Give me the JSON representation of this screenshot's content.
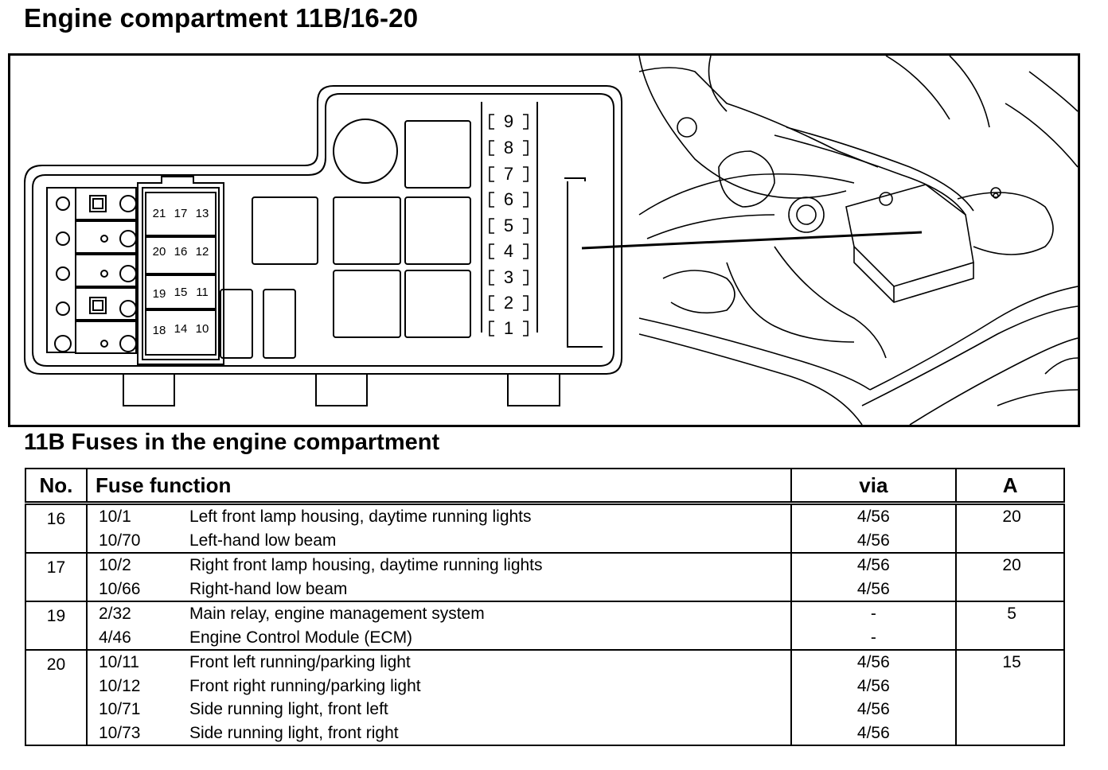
{
  "title": "Engine compartment 11B/16-20",
  "diagram": {
    "fuse_numbers_grid": [
      "21",
      "17",
      "13",
      "20",
      "16",
      "12",
      "19",
      "15",
      "11",
      "18",
      "14",
      "10"
    ],
    "strip_numbers": [
      "9",
      "8",
      "7",
      "6",
      "5",
      "4",
      "3",
      "2",
      "1"
    ]
  },
  "section_title": "11B Fuses in the engine compartment",
  "table": {
    "headers": {
      "no": "No.",
      "function": "Fuse function",
      "via": "via",
      "amp": "A"
    },
    "rows": [
      {
        "no": "16",
        "amp": "20",
        "items": [
          {
            "code": "10/1",
            "desc": "Left front lamp housing, daytime running lights",
            "via": "4/56"
          },
          {
            "code": "10/70",
            "desc": "Left-hand low beam",
            "via": "4/56"
          }
        ]
      },
      {
        "no": "17",
        "amp": "20",
        "items": [
          {
            "code": "10/2",
            "desc": "Right front lamp housing, daytime running lights",
            "via": "4/56"
          },
          {
            "code": "10/66",
            "desc": "Right-hand low beam",
            "via": "4/56"
          }
        ]
      },
      {
        "no": "19",
        "amp": "5",
        "items": [
          {
            "code": "2/32",
            "desc": "Main relay, engine management system",
            "via": "-"
          },
          {
            "code": "4/46",
            "desc": "Engine Control Module (ECM)",
            "via": "-"
          }
        ]
      },
      {
        "no": "20",
        "amp": "15",
        "items": [
          {
            "code": "10/11",
            "desc": "Front left running/parking light",
            "via": "4/56"
          },
          {
            "code": "10/12",
            "desc": "Front right running/parking light",
            "via": "4/56"
          },
          {
            "code": "10/71",
            "desc": "Side running light, front left",
            "via": "4/56"
          },
          {
            "code": "10/73",
            "desc": "Side running light, front right",
            "via": "4/56"
          }
        ]
      }
    ]
  }
}
